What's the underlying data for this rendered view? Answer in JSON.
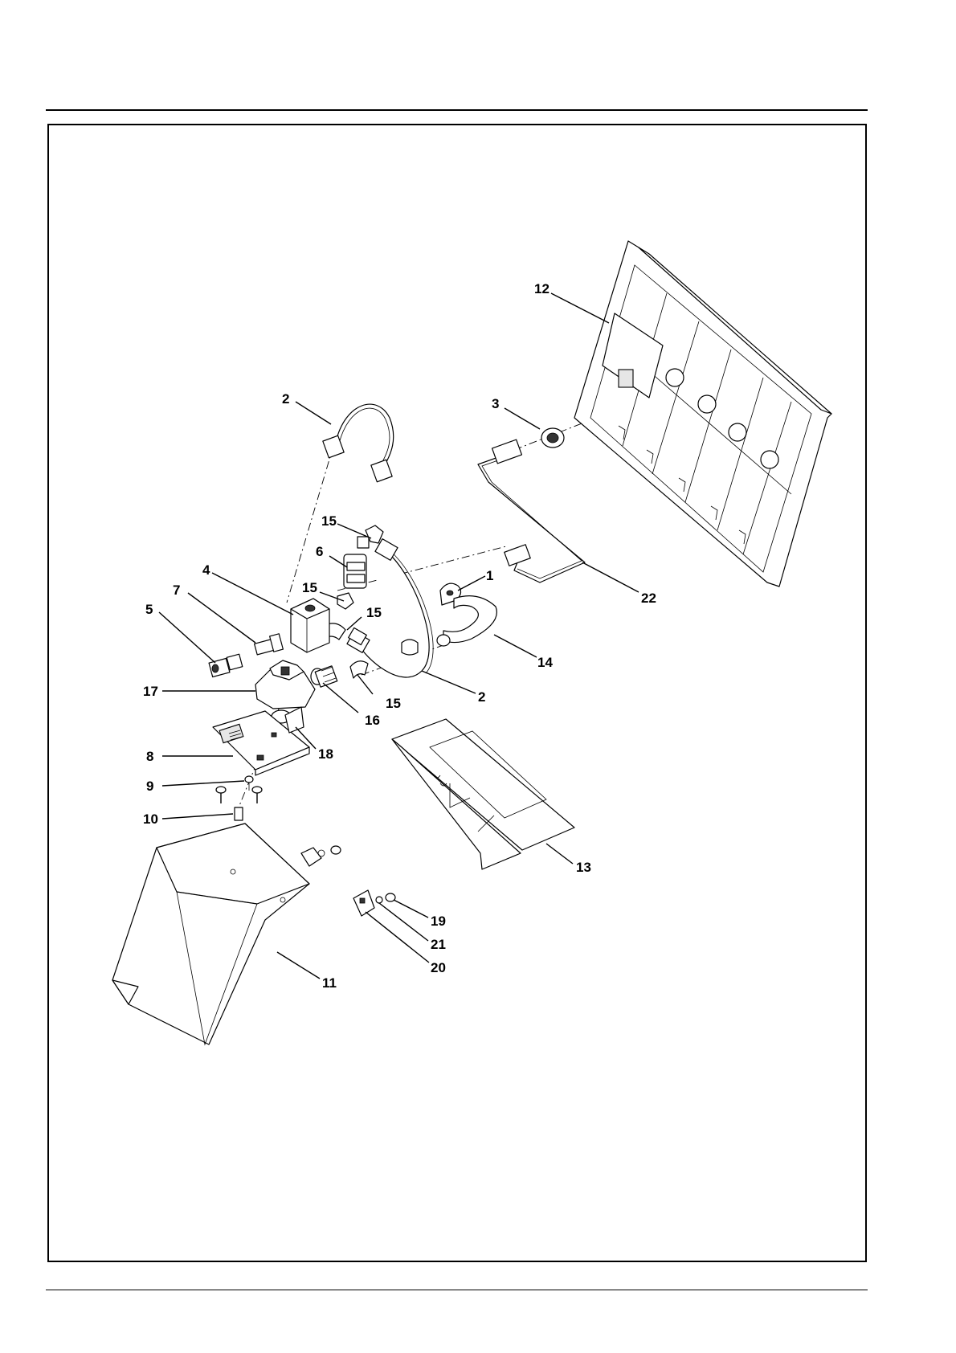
{
  "diagram": {
    "callouts": [
      {
        "id": "c12",
        "label": "12"
      },
      {
        "id": "c3",
        "label": "3"
      },
      {
        "id": "c2a",
        "label": "2"
      },
      {
        "id": "c15a",
        "label": "15"
      },
      {
        "id": "c6",
        "label": "6"
      },
      {
        "id": "c4",
        "label": "4"
      },
      {
        "id": "c15b",
        "label": "15"
      },
      {
        "id": "c7",
        "label": "7"
      },
      {
        "id": "c5",
        "label": "5"
      },
      {
        "id": "c15c",
        "label": "15"
      },
      {
        "id": "c1",
        "label": "1"
      },
      {
        "id": "c22",
        "label": "22"
      },
      {
        "id": "c14",
        "label": "14"
      },
      {
        "id": "c17",
        "label": "17"
      },
      {
        "id": "c15d",
        "label": "15"
      },
      {
        "id": "c16",
        "label": "16"
      },
      {
        "id": "c2b",
        "label": "2"
      },
      {
        "id": "c18",
        "label": "18"
      },
      {
        "id": "c8",
        "label": "8"
      },
      {
        "id": "c9",
        "label": "9"
      },
      {
        "id": "c10",
        "label": "10"
      },
      {
        "id": "c13",
        "label": "13"
      },
      {
        "id": "c19",
        "label": "19"
      },
      {
        "id": "c21",
        "label": "21"
      },
      {
        "id": "c20",
        "label": "20"
      },
      {
        "id": "c11",
        "label": "11"
      }
    ]
  }
}
